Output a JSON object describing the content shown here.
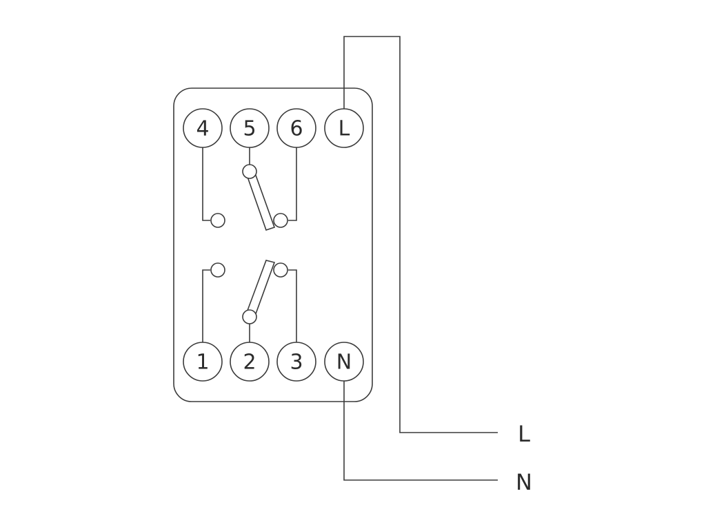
{
  "terminals": {
    "top": [
      "4",
      "5",
      "6",
      "L"
    ],
    "bottom": [
      "1",
      "2",
      "3",
      "N"
    ]
  },
  "supply": {
    "line": "L",
    "neutral": "N"
  },
  "colors": {
    "stroke": "#3a3a3a",
    "background": "#ffffff"
  }
}
